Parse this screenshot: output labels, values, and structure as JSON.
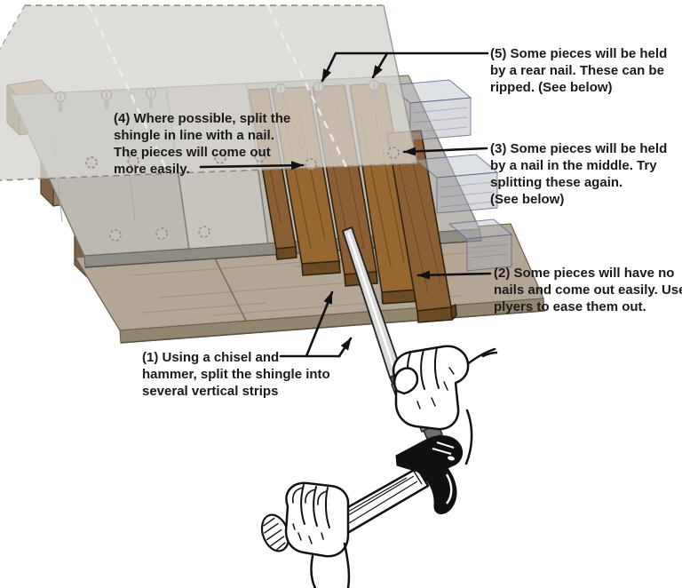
{
  "figure": {
    "description": "Isometric how-to diagram of removing a wood roof shingle by splitting it into strips with a chisel and hammer",
    "background": "#ffffff"
  },
  "annotations": {
    "a1": {
      "lines": [
        "(1) Using a chisel and",
        "hammer, split the shingle into",
        "several vertical strips"
      ]
    },
    "a2": {
      "lines": [
        "(2) Some pieces will have no",
        "nails and come out easily. Use",
        "plyers to ease them out."
      ]
    },
    "a3": {
      "lines": [
        "(3) Some pieces will be held",
        "by a nail in the middle. Try",
        "splitting these again.",
        "(See below)"
      ]
    },
    "a4": {
      "lines": [
        "(4) Where possible, split the",
        "shingle in line with a nail.",
        "The pieces will come out",
        "more easily."
      ]
    },
    "a5": {
      "lines": [
        "(5) Some pieces will be held",
        "by a rear nail. These can be",
        "ripped. (See below)"
      ]
    }
  },
  "colors": {
    "text": "#1a1a1a",
    "arrow": "#111111",
    "ghost_overlay": "#d6d4ce",
    "gray_shingle": "#bcb9b1",
    "gray_shingle_light": "#c7c4bd",
    "gray_front_edge": "#8f8c83",
    "tan_shingle": "#b3a694",
    "tan_front_edge": "#93866f",
    "batten_front": "#9a7f5f",
    "batten_top": "#b0976f",
    "batten_side": "#7c6347",
    "strip_brown": "#8a5f33",
    "strip_end": "#6b4a26",
    "ghost_box_fill": "#b9bec6",
    "chisel_metal": "#d9d9d9",
    "lineart": "#111111"
  }
}
